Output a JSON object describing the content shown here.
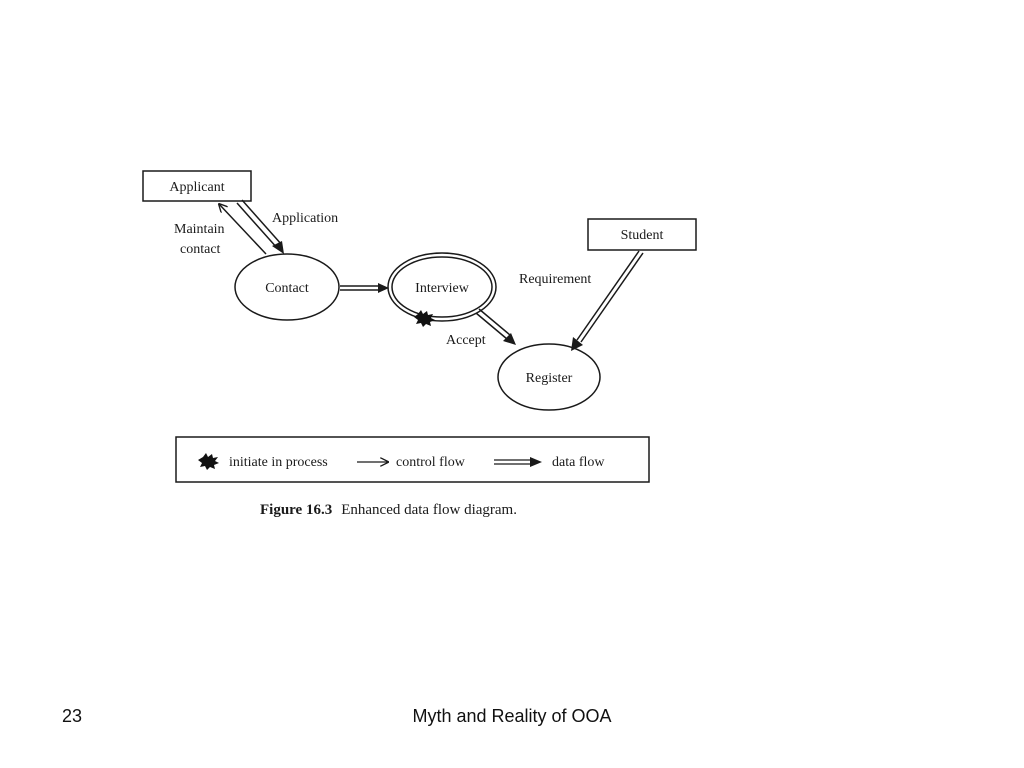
{
  "diagram": {
    "nodes": {
      "applicant": "Applicant",
      "student": "Student",
      "contact": "Contact",
      "interview": "Interview",
      "register": "Register"
    },
    "edges": {
      "application": "Application",
      "maintain_line1": "Maintain",
      "maintain_line2": "contact",
      "requirement": "Requirement",
      "accept": "Accept"
    },
    "legend": {
      "initiate": "initiate in process",
      "control": "control flow",
      "data": "data flow"
    },
    "caption": {
      "label": "Figure 16.3",
      "text": "Enhanced data flow diagram."
    }
  },
  "footer": {
    "page_number": "23",
    "title": "Myth and Reality of OOA"
  }
}
